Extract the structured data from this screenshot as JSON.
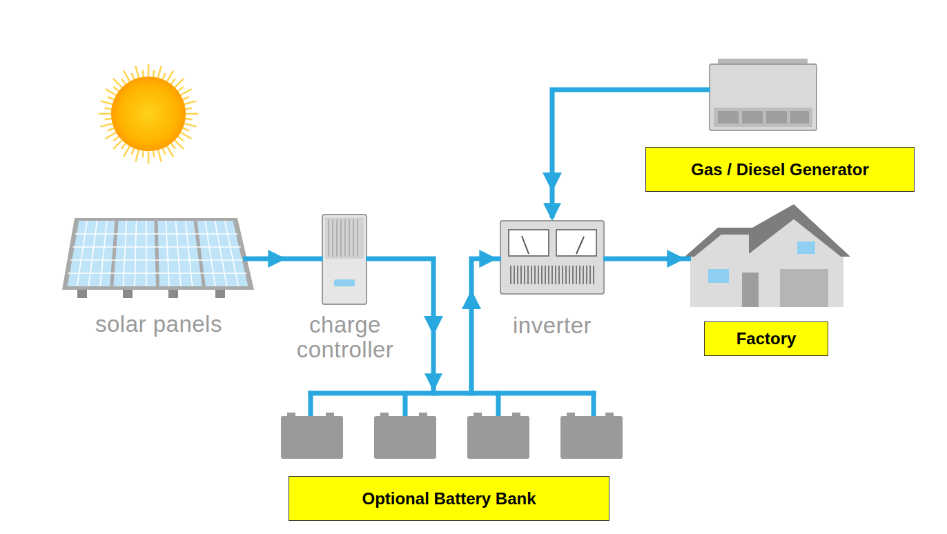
{
  "diagram": {
    "nodes": [
      {
        "text": [
          "solar panels"
        ]
      },
      {
        "text": [
          "charge controller"
        ]
      },
      {
        "text": [
          "inverter"
        ]
      },
      {
        "text": [
          "Gas / Diesel Generator"
        ]
      },
      {
        "text": [
          "Factory"
        ]
      },
      {
        "text": [
          "Optional Battery Bank"
        ]
      }
    ],
    "edges": [
      {
        "from": 0,
        "to": 1,
        "arrow": "to"
      },
      {
        "from": 1,
        "to": 5,
        "arrow": "to"
      },
      {
        "from": 5,
        "to": 2,
        "arrow": "to"
      },
      {
        "from": 3,
        "to": 2,
        "arrow": "to"
      },
      {
        "from": 2,
        "to": 4,
        "arrow": "to"
      }
    ]
  }
}
